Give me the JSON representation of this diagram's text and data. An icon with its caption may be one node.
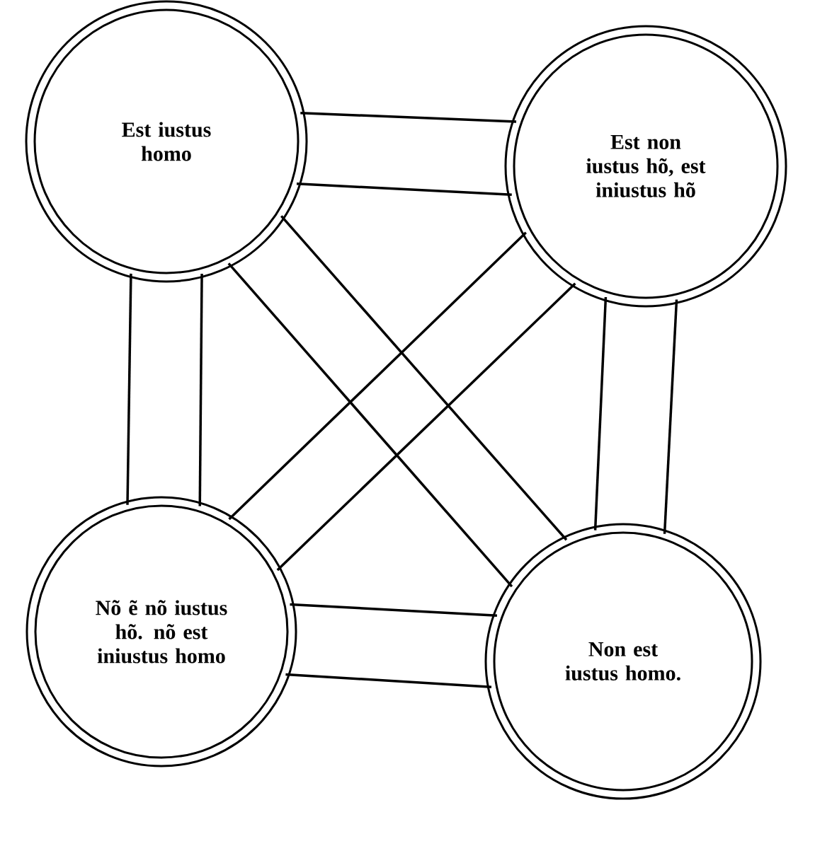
{
  "diagram": {
    "nodes": [
      {
        "text": [
          "Est iustus homo"
        ]
      },
      {
        "text": [
          "Est non iustus hõ, est iniustus hõ"
        ]
      },
      {
        "text": [
          "Nõ ẽ nõ iustus hõ. nõ est iniustus homo"
        ]
      },
      {
        "text": [
          "Non est iustus homo."
        ]
      }
    ],
    "edges": [
      {
        "from": 0,
        "to": 1,
        "arrow": "none"
      },
      {
        "from": 0,
        "to": 1,
        "arrow": "none"
      },
      {
        "from": 0,
        "to": 2,
        "arrow": "none"
      },
      {
        "from": 0,
        "to": 2,
        "arrow": "none"
      },
      {
        "from": 0,
        "to": 3,
        "arrow": "none"
      },
      {
        "from": 0,
        "to": 3,
        "arrow": "none"
      },
      {
        "from": 1,
        "to": 2,
        "arrow": "none"
      },
      {
        "from": 1,
        "to": 2,
        "arrow": "none"
      },
      {
        "from": 1,
        "to": 3,
        "arrow": "none"
      },
      {
        "from": 1,
        "to": 3,
        "arrow": "none"
      },
      {
        "from": 2,
        "to": 3,
        "arrow": "none"
      },
      {
        "from": 2,
        "to": 3,
        "arrow": "none"
      }
    ]
  }
}
